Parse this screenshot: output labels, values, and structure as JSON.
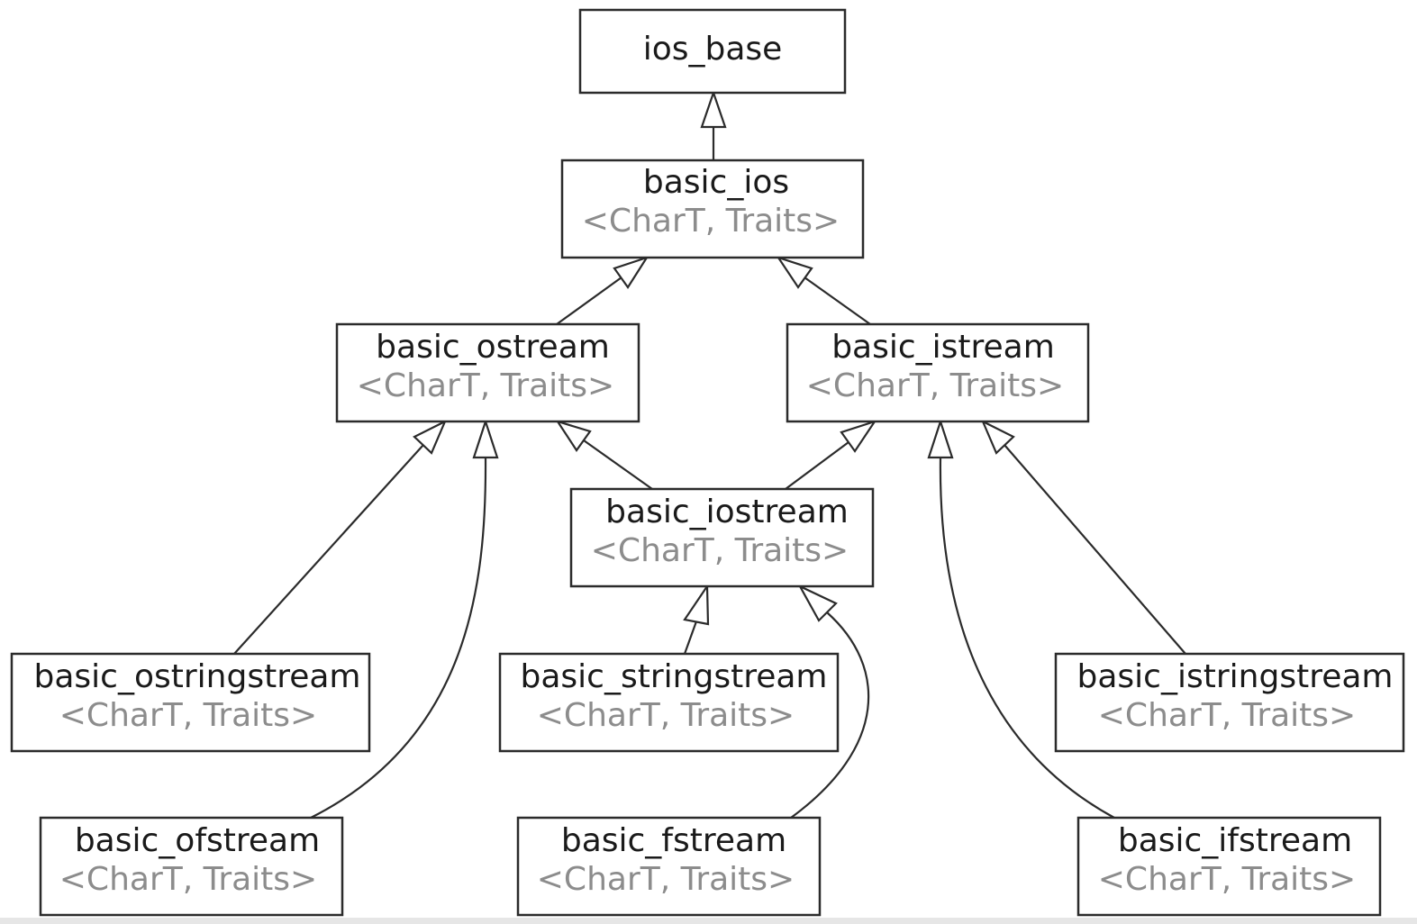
{
  "nodes": {
    "ios_base": {
      "name": "ios_base"
    },
    "basic_ios": {
      "name": "basic_ios",
      "params": "<CharT, Traits>"
    },
    "basic_ostream": {
      "name": "basic_ostream",
      "params": "<CharT, Traits>"
    },
    "basic_istream": {
      "name": "basic_istream",
      "params": "<CharT, Traits>"
    },
    "basic_iostream": {
      "name": "basic_iostream",
      "params": "<CharT, Traits>"
    },
    "basic_ostringstream": {
      "name": "basic_ostringstream",
      "params": "<CharT, Traits>"
    },
    "basic_stringstream": {
      "name": "basic_stringstream",
      "params": "<CharT, Traits>"
    },
    "basic_istringstream": {
      "name": "basic_istringstream",
      "params": "<CharT, Traits>"
    },
    "basic_ofstream": {
      "name": "basic_ofstream",
      "params": "<CharT, Traits>"
    },
    "basic_fstream": {
      "name": "basic_fstream",
      "params": "<CharT, Traits>"
    },
    "basic_ifstream": {
      "name": "basic_ifstream",
      "params": "<CharT, Traits>"
    }
  },
  "edges": [
    {
      "from": "basic_ios",
      "to": "ios_base"
    },
    {
      "from": "basic_ostream",
      "to": "basic_ios"
    },
    {
      "from": "basic_istream",
      "to": "basic_ios"
    },
    {
      "from": "basic_iostream",
      "to": "basic_ostream"
    },
    {
      "from": "basic_iostream",
      "to": "basic_istream"
    },
    {
      "from": "basic_ostringstream",
      "to": "basic_ostream"
    },
    {
      "from": "basic_ofstream",
      "to": "basic_ostream"
    },
    {
      "from": "basic_stringstream",
      "to": "basic_iostream"
    },
    {
      "from": "basic_fstream",
      "to": "basic_iostream"
    },
    {
      "from": "basic_istringstream",
      "to": "basic_istream"
    },
    {
      "from": "basic_ifstream",
      "to": "basic_istream"
    }
  ],
  "colors": {
    "border": "#2b2b2b",
    "name_text": "#1a1a1a",
    "params_text": "#8c8c8c",
    "background": "#ffffff"
  }
}
